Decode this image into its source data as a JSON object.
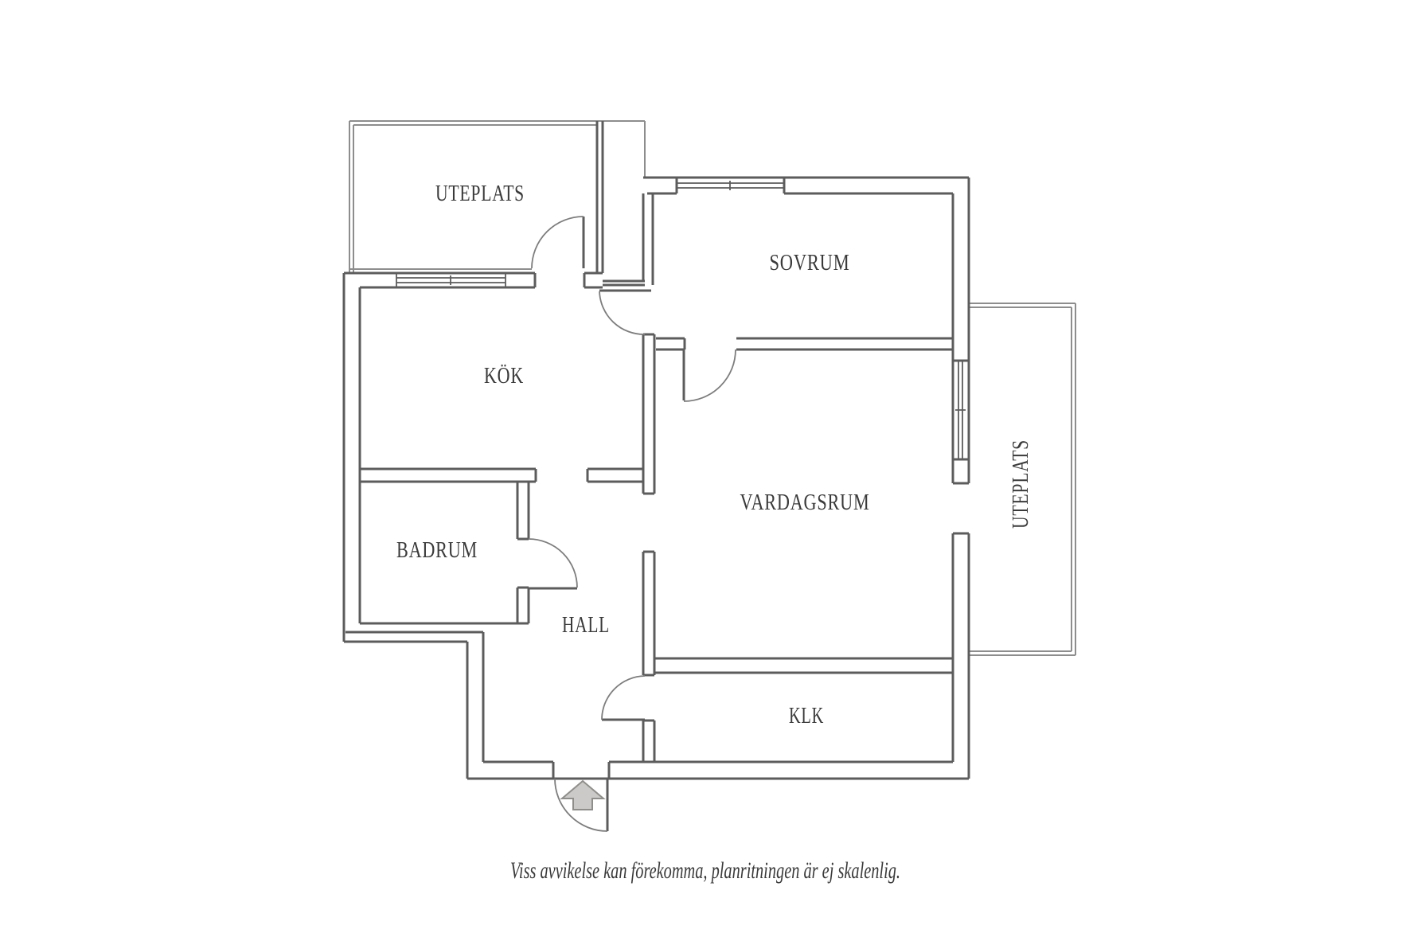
{
  "floor_plan": {
    "rooms": [
      {
        "id": "uteplats-left",
        "label": "UTEPLATS"
      },
      {
        "id": "sovrum",
        "label": "SOVRUM"
      },
      {
        "id": "kok",
        "label": "KÖK"
      },
      {
        "id": "vardagsrum",
        "label": "VARDAGSRUM"
      },
      {
        "id": "badrum",
        "label": "BADRUM"
      },
      {
        "id": "hall",
        "label": "HALL"
      },
      {
        "id": "klk",
        "label": "KLK"
      },
      {
        "id": "uteplats-right",
        "label": "UTEPLATS"
      }
    ],
    "caption": "Viss avvikelse kan förekomma, planritningen är ej skalenlig.",
    "features": {
      "window_count": 3,
      "door_swing_count": 6,
      "entrance_arrow": true,
      "terrace_opening": true
    },
    "colors": {
      "background": "#ffffff",
      "wall_line": "#5c5c5c",
      "thin_patio_line": "#8d8d8d",
      "door_arc_line": "#7d7d7d",
      "label_text": "#3a3a3a",
      "arrow_fill": "#cbcac8",
      "arrow_stroke": "#8f8e8b"
    }
  }
}
